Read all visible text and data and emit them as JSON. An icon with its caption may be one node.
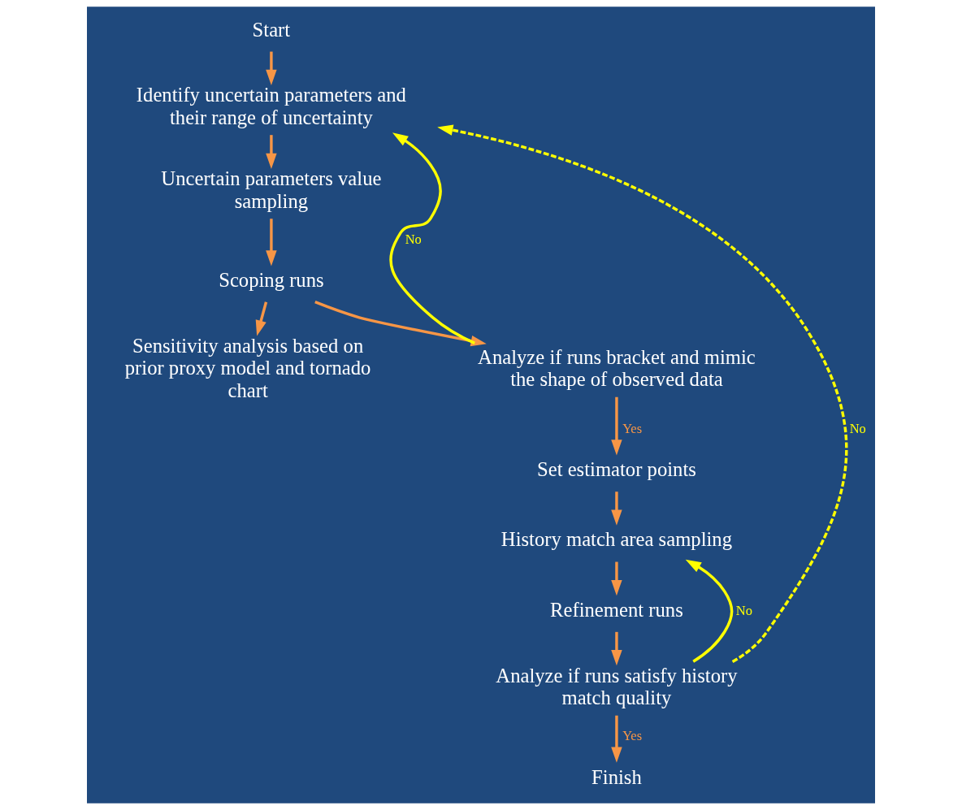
{
  "diagram": {
    "nodes": [
      {
        "text": [
          "Start"
        ]
      },
      {
        "text": [
          "Identify uncertain parameters and their range of uncertainty"
        ]
      },
      {
        "text": [
          "Uncertain parameters value sampling"
        ]
      },
      {
        "text": [
          "Scoping runs"
        ]
      },
      {
        "text": [
          "Sensitivity analysis based on prior proxy model and tornado chart"
        ]
      },
      {
        "text": [
          "Analyze if runs bracket and mimic the shape of observed data"
        ]
      },
      {
        "text": [
          "Set estimator points"
        ]
      },
      {
        "text": [
          "History match area sampling"
        ]
      },
      {
        "text": [
          "Refinement runs"
        ]
      },
      {
        "text": [
          "Analyze if runs satisfy history match quality"
        ]
      },
      {
        "text": [
          "Finish"
        ]
      }
    ],
    "edges": [
      {
        "from": 0,
        "to": 1,
        "arrow": "to"
      },
      {
        "from": 1,
        "to": 2,
        "arrow": "to"
      },
      {
        "from": 2,
        "to": 3,
        "arrow": "to"
      },
      {
        "from": 3,
        "to": 4,
        "arrow": "to"
      },
      {
        "from": 3,
        "to": 5,
        "arrow": "to"
      },
      {
        "from": 5,
        "to": 6,
        "label": "Yes",
        "arrow": "to"
      },
      {
        "from": 6,
        "to": 7,
        "arrow": "to"
      },
      {
        "from": 7,
        "to": 8,
        "arrow": "to"
      },
      {
        "from": 8,
        "to": 9,
        "arrow": "to"
      },
      {
        "from": 9,
        "to": 10,
        "label": "Yes",
        "arrow": "to"
      },
      {
        "from": 5,
        "to": 1,
        "label": "No",
        "arrow": "to",
        "color": "#ffff00"
      },
      {
        "from": 9,
        "to": 7,
        "label": "No",
        "arrow": "to",
        "color": "#ffff00"
      },
      {
        "from": 9,
        "to": 1,
        "label": "No",
        "arrow": "to",
        "style": "dashed",
        "color": "#ffff00"
      }
    ]
  }
}
